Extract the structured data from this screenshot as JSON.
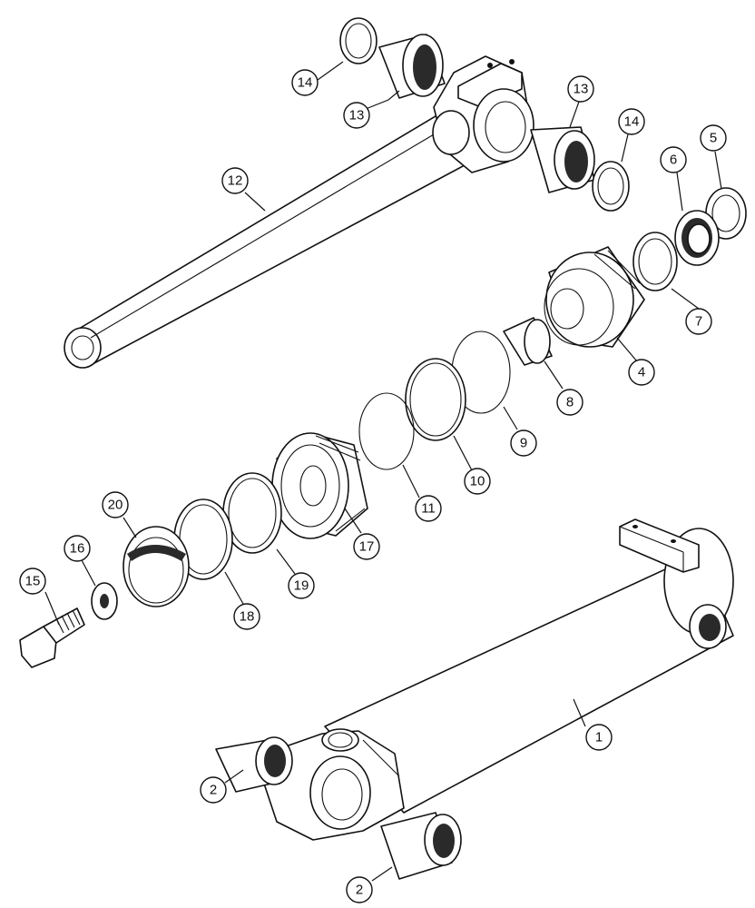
{
  "callouts": [
    {
      "id": "c1",
      "label": "1"
    },
    {
      "id": "c2a",
      "label": "2"
    },
    {
      "id": "c2b",
      "label": "2"
    },
    {
      "id": "c4",
      "label": "4"
    },
    {
      "id": "c5",
      "label": "5"
    },
    {
      "id": "c6",
      "label": "6"
    },
    {
      "id": "c7",
      "label": "7"
    },
    {
      "id": "c8",
      "label": "8"
    },
    {
      "id": "c9",
      "label": "9"
    },
    {
      "id": "c10",
      "label": "10"
    },
    {
      "id": "c11",
      "label": "11"
    },
    {
      "id": "c12",
      "label": "12"
    },
    {
      "id": "c13a",
      "label": "13"
    },
    {
      "id": "c13b",
      "label": "13"
    },
    {
      "id": "c14a",
      "label": "14"
    },
    {
      "id": "c14b",
      "label": "14"
    },
    {
      "id": "c15",
      "label": "15"
    },
    {
      "id": "c16",
      "label": "16"
    },
    {
      "id": "c17",
      "label": "17"
    },
    {
      "id": "c18",
      "label": "18"
    },
    {
      "id": "c19",
      "label": "19"
    },
    {
      "id": "c20",
      "label": "20"
    }
  ]
}
